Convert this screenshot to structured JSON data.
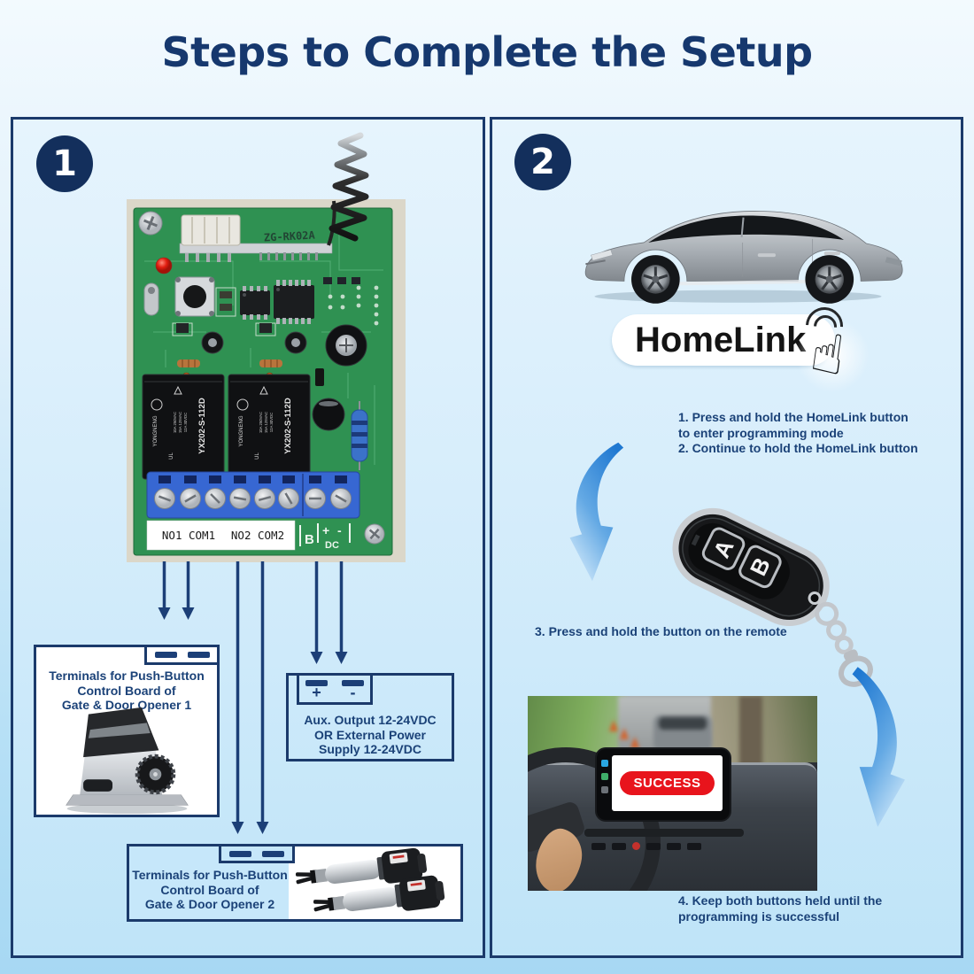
{
  "title": "Steps to Complete the Setup",
  "colors": {
    "background_top": "#f3fafe",
    "background_bottom": "#a7d8f3",
    "panel_border": "#1b3a6b",
    "heading_navy": "#16386e",
    "body_text_navy": "#1b4278",
    "diagram_arrow_navy": "#1c3f77",
    "success_red": "#e8141c",
    "cta_arrow_blue": "#2f86d8",
    "pcb_green": "#2f9152",
    "terminal_block_blue": "#3767d2"
  },
  "step1": {
    "badge": "1",
    "board": {
      "model": "ZG-RK02A",
      "relay_brand": "YONGNENG",
      "relay_model": "YX202-S-112D",
      "relay_rating_1": "10A 250VAC",
      "relay_rating_2": "15A 125VAC",
      "relay_rating_3": "12A 30VDC",
      "terminals_label_1": "NO1 COM1",
      "terminals_label_2": "NO2 COM2",
      "jumper_label": "B",
      "dc_plus": "+",
      "dc_minus": "-",
      "dc_label": "DC"
    },
    "opener1_lines": [
      "Terminals for Push-Button",
      "Control Board of",
      "Gate & Door Opener 1"
    ],
    "aux_plus": "+",
    "aux_minus": "-",
    "aux_lines": [
      "Aux. Output 12-24VDC",
      "OR External Power",
      "Supply 12-24VDC"
    ],
    "opener2_lines": [
      "Terminals for Push-Button",
      "Control Board of",
      "Gate & Door Opener 2"
    ]
  },
  "step2": {
    "badge": "2",
    "homelink_label": "HomeLink",
    "instructions_1_2": [
      "1. Press and hold the HomeLink button",
      "to enter programming mode",
      "2. Continue to hold the HomeLink button"
    ],
    "remote_button_a": "A",
    "remote_button_b": "B",
    "instruction_3": "3. Press and hold the button on the remote",
    "screen_status": "SUCCESS",
    "instruction_4": [
      "4. Keep both buttons held until the",
      "programming is successful"
    ]
  }
}
